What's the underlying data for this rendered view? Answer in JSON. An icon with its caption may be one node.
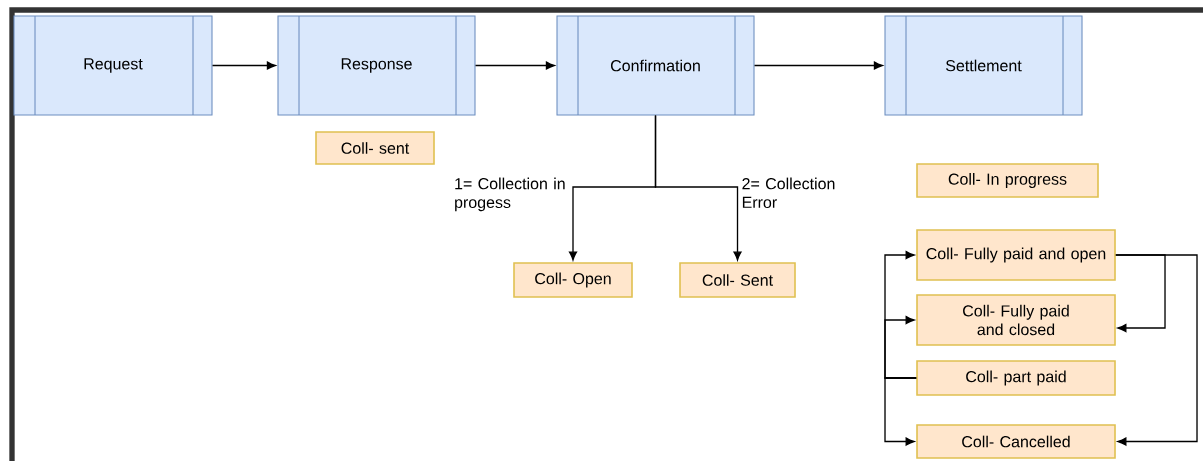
{
  "diagram": {
    "nodes": [
      {
        "text": [
          "Request"
        ]
      },
      {
        "text": [
          "Response"
        ]
      },
      {
        "text": [
          "Confirmation"
        ]
      },
      {
        "text": [
          "Settlement"
        ]
      },
      {
        "text": [
          "Coll- sent"
        ]
      },
      {
        "text": [
          "Coll- Open"
        ]
      },
      {
        "text": [
          "Coll- Sent"
        ]
      },
      {
        "text": [
          "Coll- In progress"
        ]
      },
      {
        "text": [
          "Coll- Fully paid and open"
        ]
      },
      {
        "text": [
          "Coll- Fully paid and closed"
        ]
      },
      {
        "text": [
          "Coll- part paid"
        ]
      },
      {
        "text": [
          "Coll- Cancelled"
        ]
      }
    ],
    "edges": [
      {
        "from": 0,
        "to": 1,
        "arrow": "to"
      },
      {
        "from": 1,
        "to": 2,
        "arrow": "to"
      },
      {
        "from": 2,
        "to": 3,
        "arrow": "to"
      },
      {
        "from": 2,
        "to": 5,
        "arrow": "to",
        "label": "1= Collection in progess"
      },
      {
        "from": 2,
        "to": 6,
        "arrow": "to",
        "label": "2= Collection Error"
      },
      {
        "from": 10,
        "to": 8,
        "arrow": "to"
      },
      {
        "from": 10,
        "to": 9,
        "arrow": "to"
      },
      {
        "from": 10,
        "to": 11,
        "arrow": "to"
      },
      {
        "from": 8,
        "to": 9,
        "arrow": "to"
      },
      {
        "from": 8,
        "to": 11,
        "arrow": "to"
      }
    ]
  }
}
